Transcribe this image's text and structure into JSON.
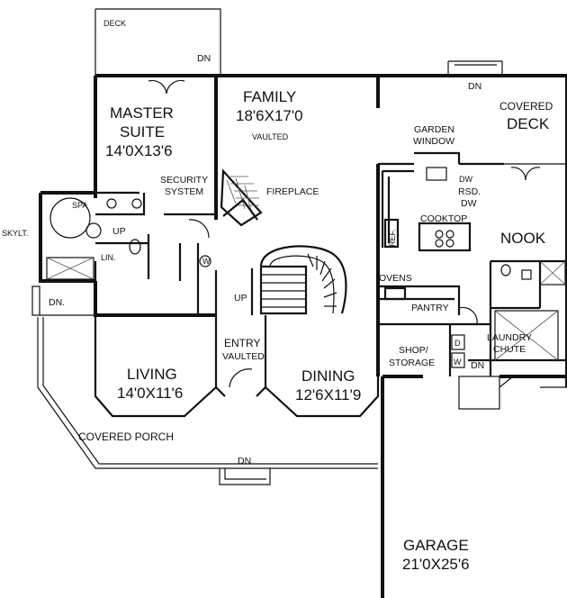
{
  "rooms": {
    "deck_top": "DECK",
    "master_suite_l1": "MASTER",
    "master_suite_l2": "SUITE",
    "master_suite_dim": "14'0X13'6",
    "family": "FAMILY",
    "family_dim": "18'6X17'0",
    "family_note": "VAULTED",
    "covered_deck_l1": "COVERED",
    "covered_deck_l2": "DECK",
    "garden_window_l1": "GARDEN",
    "garden_window_l2": "WINDOW",
    "security_l1": "SECURITY",
    "security_l2": "SYSTEM",
    "fireplace": "FIREPLACE",
    "rsd": "RSD.",
    "dw": "DW",
    "cooktop": "COOKTOP",
    "nook": "NOOK",
    "spa": "SPA",
    "skylight": "SKYLT.",
    "lin": "LIN.",
    "w": "W",
    "d": "D",
    "ref": "REF.",
    "ovens": "OVENS",
    "pantry": "PANTRY",
    "laundry_l1": "LAUNDRY",
    "laundry_l2": "CHUTE",
    "shop_l1": "SHOP/",
    "shop_l2": "STORAGE",
    "entry_l1": "ENTRY",
    "entry_l2": "VAULTED",
    "living": "LIVING",
    "living_dim": "14'0X11'6",
    "dining": "DINING",
    "dining_dim": "12'6X11'9",
    "covered_porch": "COVERED PORCH",
    "garage": "GARAGE",
    "garage_dim": "21'0X25'6"
  },
  "markers": {
    "dn": "DN",
    "dn_dot": "DN.",
    "up": "UP"
  }
}
